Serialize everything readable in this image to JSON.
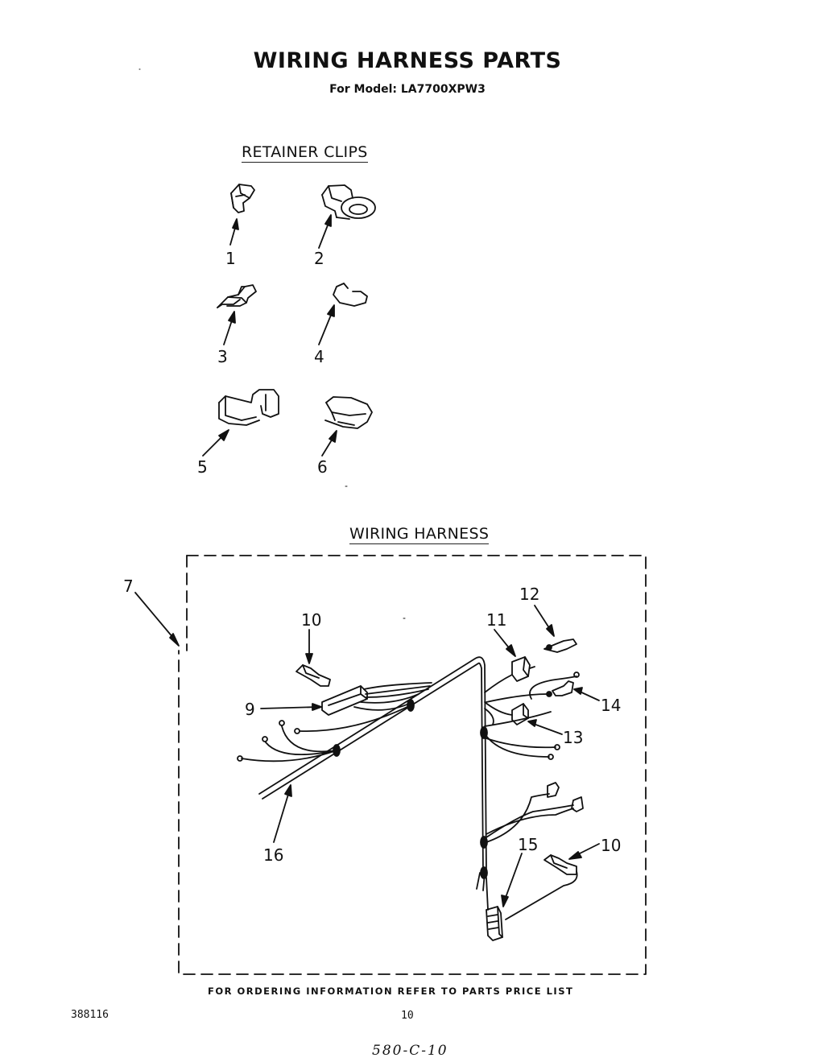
{
  "header": {
    "title": "WIRING HARNESS PARTS",
    "model_line": "For Model: LA7700XPW3"
  },
  "retainer_clips": {
    "heading": "RETAINER CLIPS",
    "items": [
      "1",
      "2",
      "3",
      "4",
      "5",
      "6"
    ]
  },
  "wiring_harness": {
    "heading": "WIRING HARNESS",
    "callouts": {
      "c7": "7",
      "c9": "9",
      "c10a": "10",
      "c10b": "10",
      "c11": "11",
      "c12": "12",
      "c13": "13",
      "c14": "14",
      "c15": "15",
      "c16": "16"
    }
  },
  "footer": {
    "ordering_note": "FOR ORDERING INFORMATION REFER TO PARTS PRICE LIST",
    "code_left": "388116",
    "page_number": "10",
    "handwritten_code": "580-C-10"
  }
}
